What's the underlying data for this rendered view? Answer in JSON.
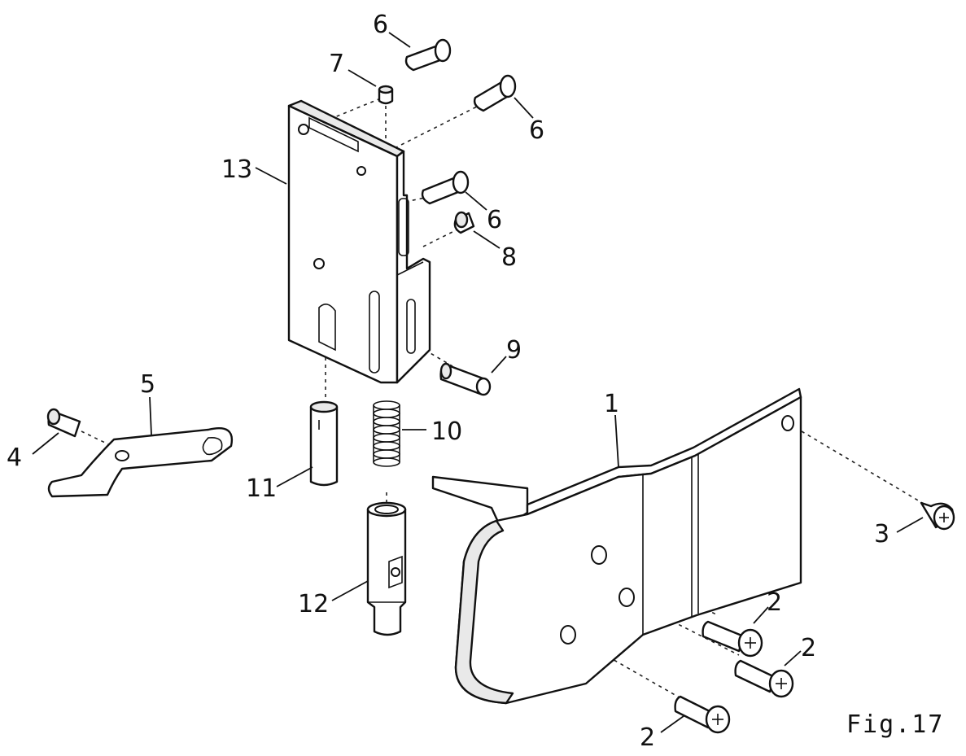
{
  "figure": {
    "label": "Fig.17",
    "callouts": {
      "part_1": "1",
      "part_2a": "2",
      "part_2b": "2",
      "part_2c": "2",
      "part_3": "3",
      "part_4": "4",
      "part_5": "5",
      "part_6a": "6",
      "part_6b": "6",
      "part_6c": "6",
      "part_7": "7",
      "part_8": "8",
      "part_9": "9",
      "part_10": "10",
      "part_11": "11",
      "part_12": "12",
      "part_13": "13"
    }
  }
}
